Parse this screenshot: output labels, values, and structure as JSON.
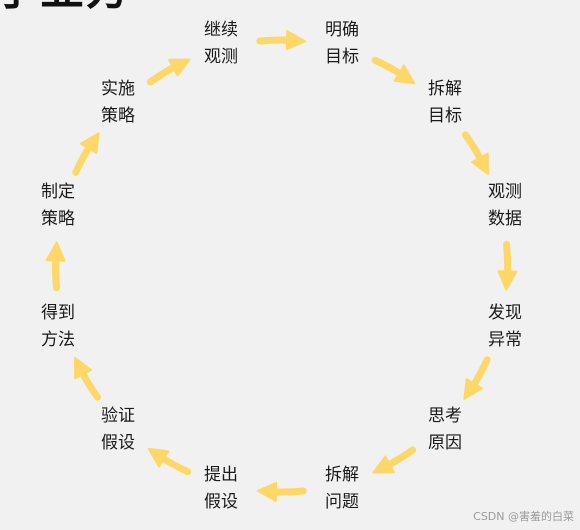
{
  "title_fragment": "了业方",
  "accent_color": "#fdd869",
  "arrow_icon": "chevron-arrow-icon",
  "steps": [
    {
      "line1": "继续",
      "line2": "观测"
    },
    {
      "line1": "明确",
      "line2": "目标"
    },
    {
      "line1": "拆解",
      "line2": "目标"
    },
    {
      "line1": "观测",
      "line2": "数据"
    },
    {
      "line1": "发现",
      "line2": "异常"
    },
    {
      "line1": "思考",
      "line2": "原因"
    },
    {
      "line1": "拆解",
      "line2": "问题"
    },
    {
      "line1": "提出",
      "line2": "假设"
    },
    {
      "line1": "验证",
      "line2": "假设"
    },
    {
      "line1": "得到",
      "line2": "方法"
    },
    {
      "line1": "制定",
      "line2": "策略"
    },
    {
      "line1": "实施",
      "line2": "策略"
    }
  ],
  "watermark": "CSDN @害羞的白菜"
}
